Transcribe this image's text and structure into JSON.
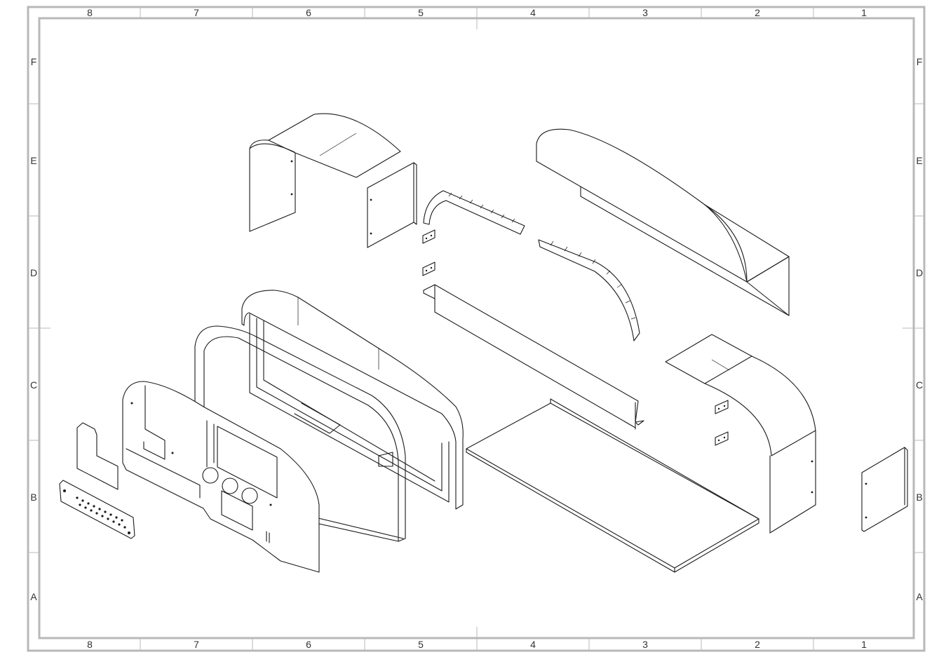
{
  "drawing": {
    "zone_columns_top": [
      "8",
      "7",
      "6",
      "5",
      "4",
      "3",
      "2",
      "1"
    ],
    "zone_columns_bottom": [
      "8",
      "7",
      "6",
      "5",
      "4",
      "3",
      "2",
      "1"
    ],
    "zone_rows_left": [
      "F",
      "E",
      "D",
      "C",
      "B",
      "A"
    ],
    "zone_rows_right": [
      "F",
      "E",
      "D",
      "C",
      "B",
      "A"
    ]
  },
  "colors": {
    "border": "#b8b8b8",
    "linework": "#1a1a1a",
    "background": "#ffffff"
  }
}
